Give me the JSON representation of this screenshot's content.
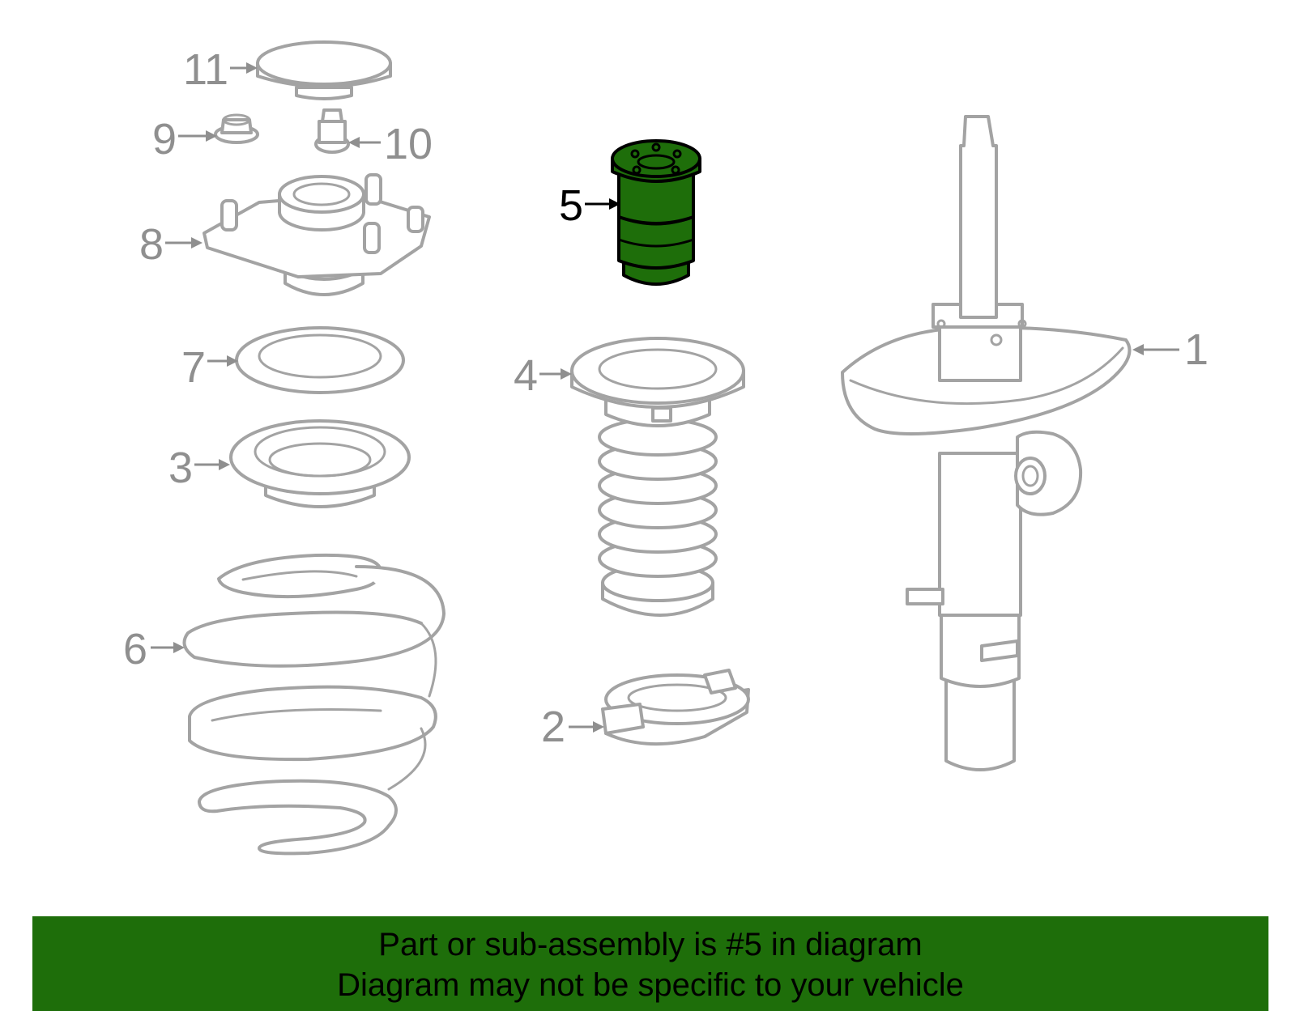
{
  "callouts": {
    "c1": "1",
    "c2": "2",
    "c3": "3",
    "c4": "4",
    "c5": "5",
    "c6": "6",
    "c7": "7",
    "c8": "8",
    "c9": "9",
    "c10": "10",
    "c11": "11"
  },
  "highlighted_part": "5",
  "colors": {
    "highlight": "#1e6e0a",
    "part_outline": "#a3a3a3",
    "banner": "#1e6e0a"
  },
  "banner": {
    "line1": "Part or sub-assembly is #5 in diagram",
    "line2": "Diagram may not be specific to your vehicle"
  }
}
